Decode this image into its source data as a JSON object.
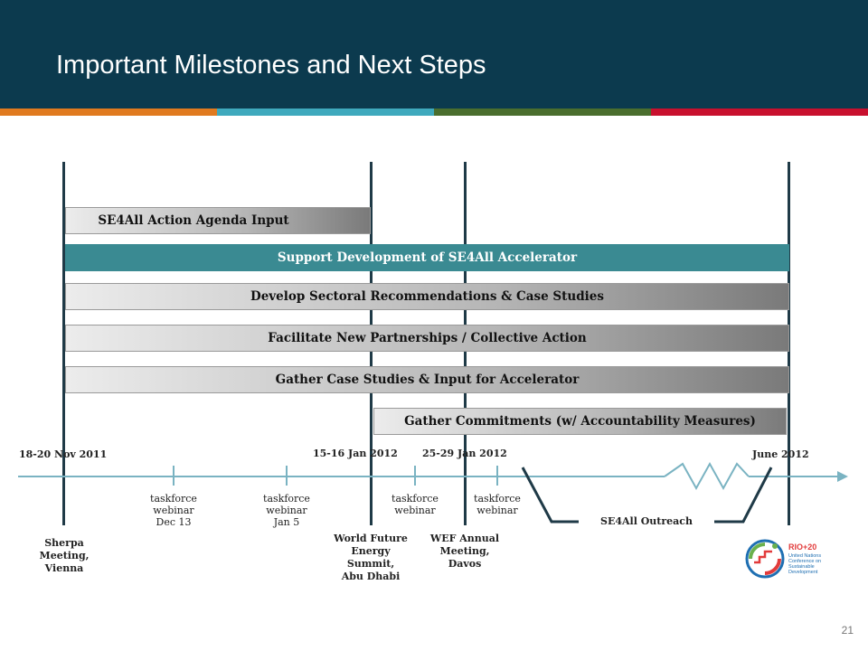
{
  "slide": {
    "title": "Important Milestones and Next Steps",
    "page_number": "21"
  },
  "colors": {
    "header_bg": "#0c3a4e",
    "stripes": [
      "#e07a1f",
      "#3fa9bd",
      "#4a6e2e",
      "#c8102e"
    ],
    "teal_bar": "#3a8a92",
    "timeline": "#7ab3c2"
  },
  "bars": [
    {
      "label": "SE4All Action Agenda Input",
      "style": "gradient"
    },
    {
      "label": "Support Development of SE4All Accelerator",
      "style": "teal"
    },
    {
      "label": "Develop Sectoral Recommendations & Case Studies",
      "style": "gradient"
    },
    {
      "label": "Facilitate New Partnerships / Collective Action",
      "style": "gradient"
    },
    {
      "label": "Gather Case Studies & Input for Accelerator",
      "style": "gradient"
    },
    {
      "label": "Gather Commitments (w/ Accountability Measures)",
      "style": "gradient"
    }
  ],
  "dates": {
    "nov": "18-20 Nov 2011",
    "jan15": "15-16 Jan 2012",
    "jan25": "25-29 Jan 2012",
    "june": "June 2012"
  },
  "webinars": {
    "dec": "taskforce\nwebinar\nDec 13",
    "jan5": "taskforce\nwebinar\nJan 5",
    "w3": "taskforce\nwebinar",
    "w4": "taskforce\nwebinar"
  },
  "events": {
    "sherpa": "Sherpa\nMeeting,\nVienna",
    "wfes": "World Future\nEnergy\nSummit,\nAbu Dhabi",
    "wef": "WEF Annual\nMeeting,\nDavos",
    "outreach": "SE4All Outreach"
  },
  "logo": {
    "text": "RIO+20 United Nations Conference on Sustainable Development"
  }
}
